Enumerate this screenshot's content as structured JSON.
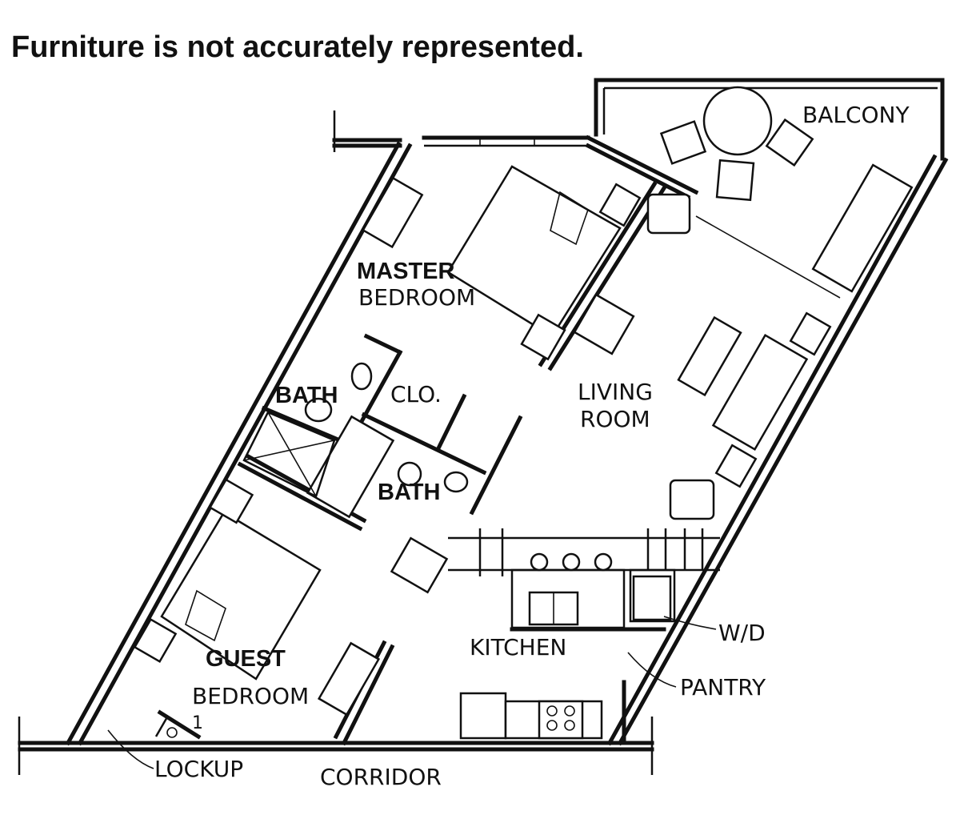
{
  "disclaimer": "Furniture is not accurately represented.",
  "rooms": {
    "balcony": "BALCONY",
    "master_line1": "MASTER",
    "master_line2": "BEDROOM",
    "living_line1": "LIVING",
    "living_line2": "ROOM",
    "bath_top": "BATH",
    "closet": "CLO.",
    "bath_mid": "BATH",
    "kitchen": "KITCHEN",
    "guest_line1": "GUEST",
    "guest_line2": "BEDROOM",
    "lockup": "LOCKUP",
    "corridor": "CORRIDOR",
    "wd": "W/D",
    "pantry": "PANTRY"
  },
  "lockup_number": "1"
}
